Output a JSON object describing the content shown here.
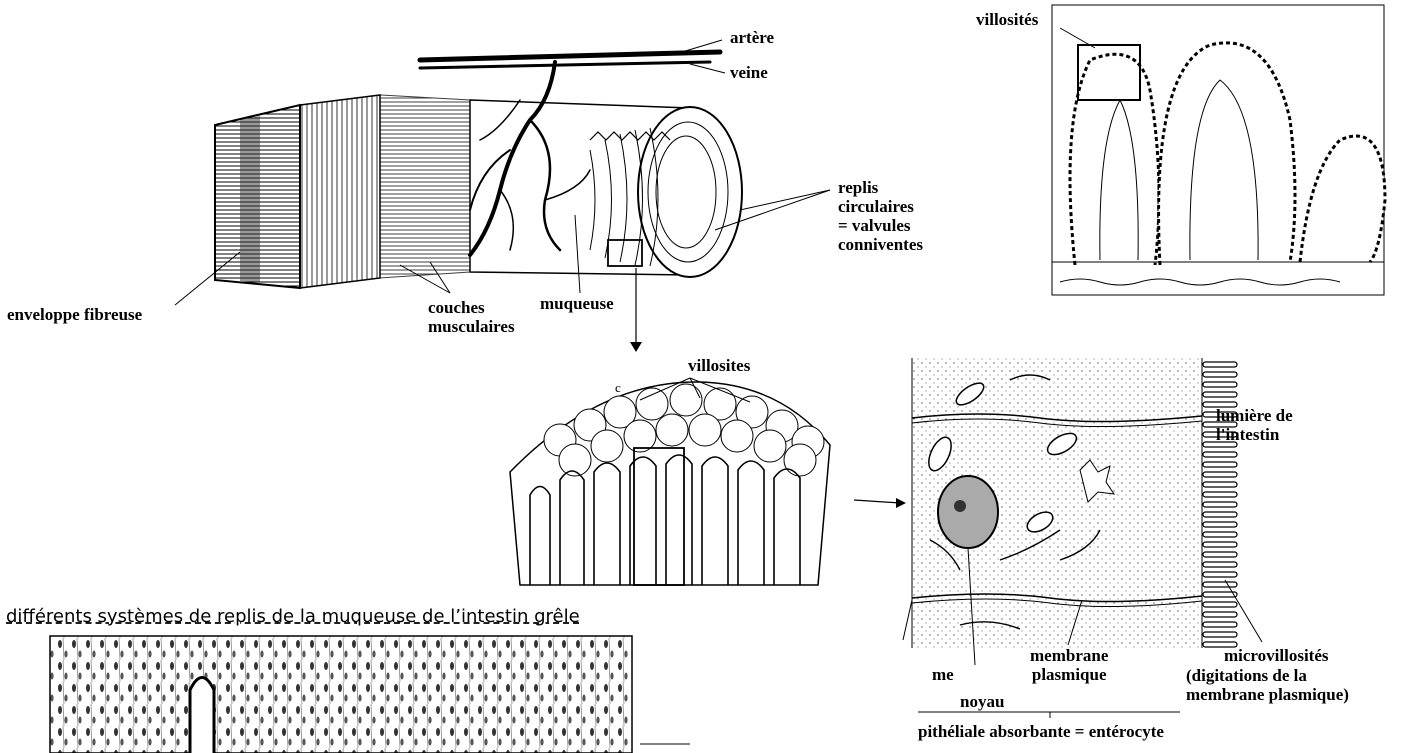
{
  "labels": {
    "artere": "artère",
    "veine": "veine",
    "replis": "replis\ncirculaires\n= valvules\nconniventes",
    "enveloppe": "enveloppe fibreuse",
    "couches": "couches\nmusculaires",
    "muqueuse": "muqueuse",
    "villosites_top": "villosités",
    "villosites_mid": "villosites",
    "lumiere": "lumière de\nl'intestin",
    "me": "me",
    "noyau": "noyau",
    "membrane": "membrane\nplasmique",
    "microvillosites": "microvillosités",
    "digitations": "(digitations de la\n membrane plasmique)",
    "epitheliale": "pithéliale absorbante = entérocyte",
    "c_mark": "c"
  },
  "caption": "différents systèmes de replis de la muqueuse de l’intestin grêle"
}
